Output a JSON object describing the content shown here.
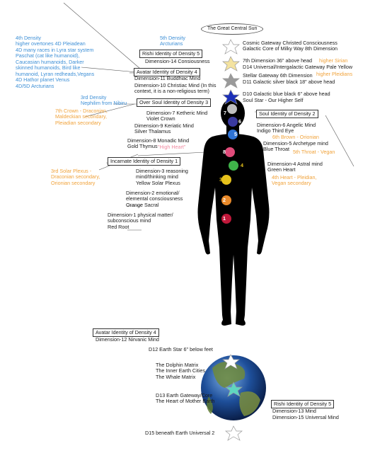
{
  "title": "The Great Central Sun",
  "left": {
    "density4": [
      "4th Density",
      "higher overtones 4D Pleiadean",
      "4D many races in Lyra star system",
      "Paschat (cat like humanoid),",
      "Caucasian humanoids, Darker",
      "skinned humanoids, Bird like",
      "humanoid, Lyran redheads,Vegans",
      "4D Hathor planet Venus",
      "4D/5D Arcturians"
    ],
    "density3": [
      "3rd Density",
      "Nephilim from Nibiru"
    ],
    "crown7": [
      "7th Crown - Draconian,",
      "Maldeckian secondary,",
      "Pleiadian secondary"
    ],
    "solar3": [
      "3rd Solar Plexus -",
      "Draconian secondary,",
      "Orionian secondary"
    ]
  },
  "center": {
    "density5": [
      "5th Density",
      "Arcturians"
    ],
    "rishi5_box": "Rishi Identity of Density 5",
    "dim14": "Dimension-14 Consiousness",
    "avatar4_box": "Avatar Identity of Density 4",
    "dim11": "Dimension-11 Buddhiac Mind",
    "dim10": [
      "Dimension-10 Christiac Mind (In this",
      "context, it is a non-religious term)"
    ],
    "oversoul3_box": "Over Soul Identity of Density 3",
    "dim7": [
      "Dimension-7 Ketheric Mind",
      "Violet Crown"
    ],
    "dim9": [
      "Dimension-9 Keriatic Mind",
      "Silver Thalamus"
    ],
    "dim8": [
      "Dimension-8 Monadic Mind",
      "Gold Thymus"
    ],
    "high_heart": "\"High Heart\"",
    "incarnate1_box": "Incarnate Identity of Density 1",
    "dim3": [
      "Dimension-3 reasoning",
      "mind/thinking mind",
      "Yellow Solar Plexus"
    ],
    "dim2": [
      "Dimension-2 emotional/",
      "elemental consciousness",
      "Orange Sacral"
    ],
    "dim1": [
      "Dimension-1 physical matter/",
      "subconscious mind",
      "Red Root"
    ]
  },
  "right": {
    "cosmic": [
      "Cosmic Gateway Christed Consciousness",
      "Galactic Core of Milky Way 8th Dimension"
    ],
    "dim7th": "7th Dimension 36\" above head",
    "higher_sirian": "higher Sirian",
    "d14": "D14 Universal/Intergalactic Gateway Pale Yellow",
    "stellar": "Stellar Gateway 6th Dimension",
    "higher_pleiadians": "higher Pleidians",
    "d11": "D11 Galactic silver black 18\" above head",
    "d10": "D10 Galactic blue black 6\" above head",
    "soulstar": "Soul Star - Our Higher Self",
    "soul2_box": "Soul Identity of Density 2",
    "dim6": [
      "Dimension-6 Angelic Mind",
      "Indigo Third Eye"
    ],
    "brow6": "6th Brown - Orionian",
    "dim5": [
      "Dimension-5 Archetype mind",
      "Blue Throat"
    ],
    "throat5": "5th Throat - Vegan",
    "dim4": [
      "Dimension-4 Astral mind",
      "Green Heart"
    ],
    "heart4": [
      "4th Heart -  Pleidian,",
      "Vegan secondary"
    ]
  },
  "bottom": {
    "avatar4_box": "Avatar Identity of Density 4",
    "dim12": "Dimension-12 Nirvanic Mind",
    "d12": "D12 Earth Star 6\" below feet",
    "matrix": [
      "The Dolphin Matrix",
      "The Inner Earth Cities",
      "The Whale Matrix"
    ],
    "d13": [
      "D13 Earth Gateway/Core",
      "The Heart of Mother Earth"
    ],
    "rishi5_box": "Rishi Identity of Density 5",
    "dim13": "Dimension-13 Mind",
    "dim15": "Dimension-15 Universal Mind",
    "d15": "D15 beneath Earth Universal 2"
  },
  "chakras": [
    "1",
    "2",
    "3",
    "4",
    "5",
    "6",
    "7",
    "8"
  ],
  "colors": {
    "blue_text": "#3d8fd6",
    "orange_text": "#f0a23a",
    "pink_text": "#f08aa0",
    "star_white": "#ffffff",
    "star_yellow": "#f4e3a0",
    "star_silver": "#9a9a9a",
    "star_blue": "#1b2fb8",
    "star_teal": "#5fd6c0"
  }
}
